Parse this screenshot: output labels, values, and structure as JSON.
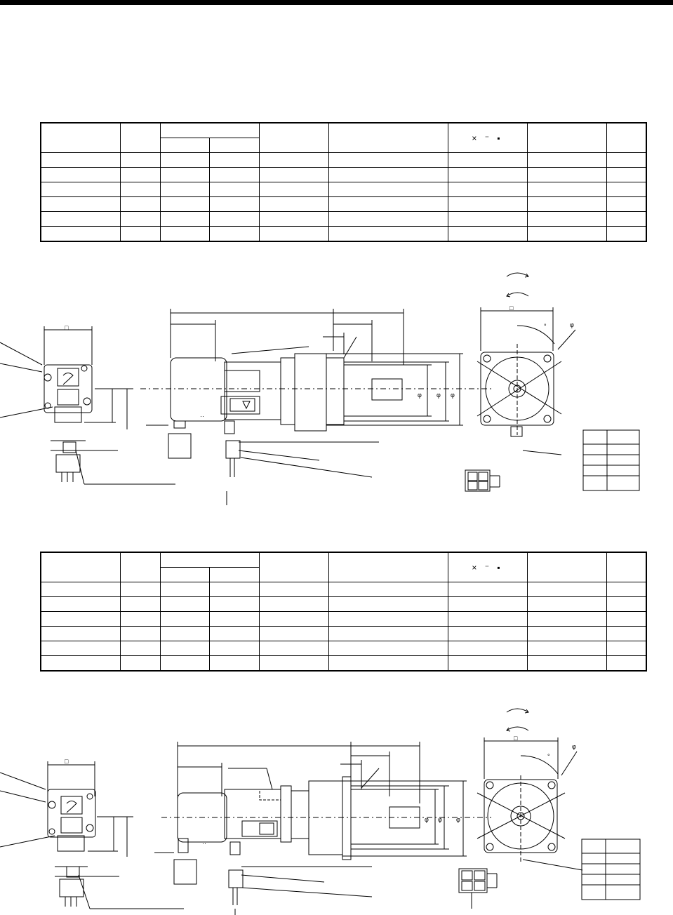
{
  "page": {
    "header_rule": "black"
  },
  "tables": [
    {
      "id": "table-1",
      "columns": 9,
      "body_rows": 6,
      "mark_cell": "× ⁻ ▪"
    },
    {
      "id": "table-2",
      "columns": 9,
      "body_rows": 6,
      "mark_cell": "× ⁻ ▪"
    }
  ],
  "drawings": [
    {
      "id": "motor-drawing-1",
      "symbols": {
        "square": "□",
        "phi": "φ",
        "degree": "°",
        "dots": "··"
      },
      "icons": [
        "rotation-arrows-icon",
        "connector-face-icon",
        "shield-logo-icon"
      ]
    },
    {
      "id": "motor-drawing-2",
      "symbols": {
        "square": "□",
        "phi": "φ",
        "degree": "°",
        "dots": "··"
      },
      "icons": [
        "rotation-arrows-icon",
        "connector-face-icon",
        "shield-logo-icon"
      ]
    }
  ]
}
